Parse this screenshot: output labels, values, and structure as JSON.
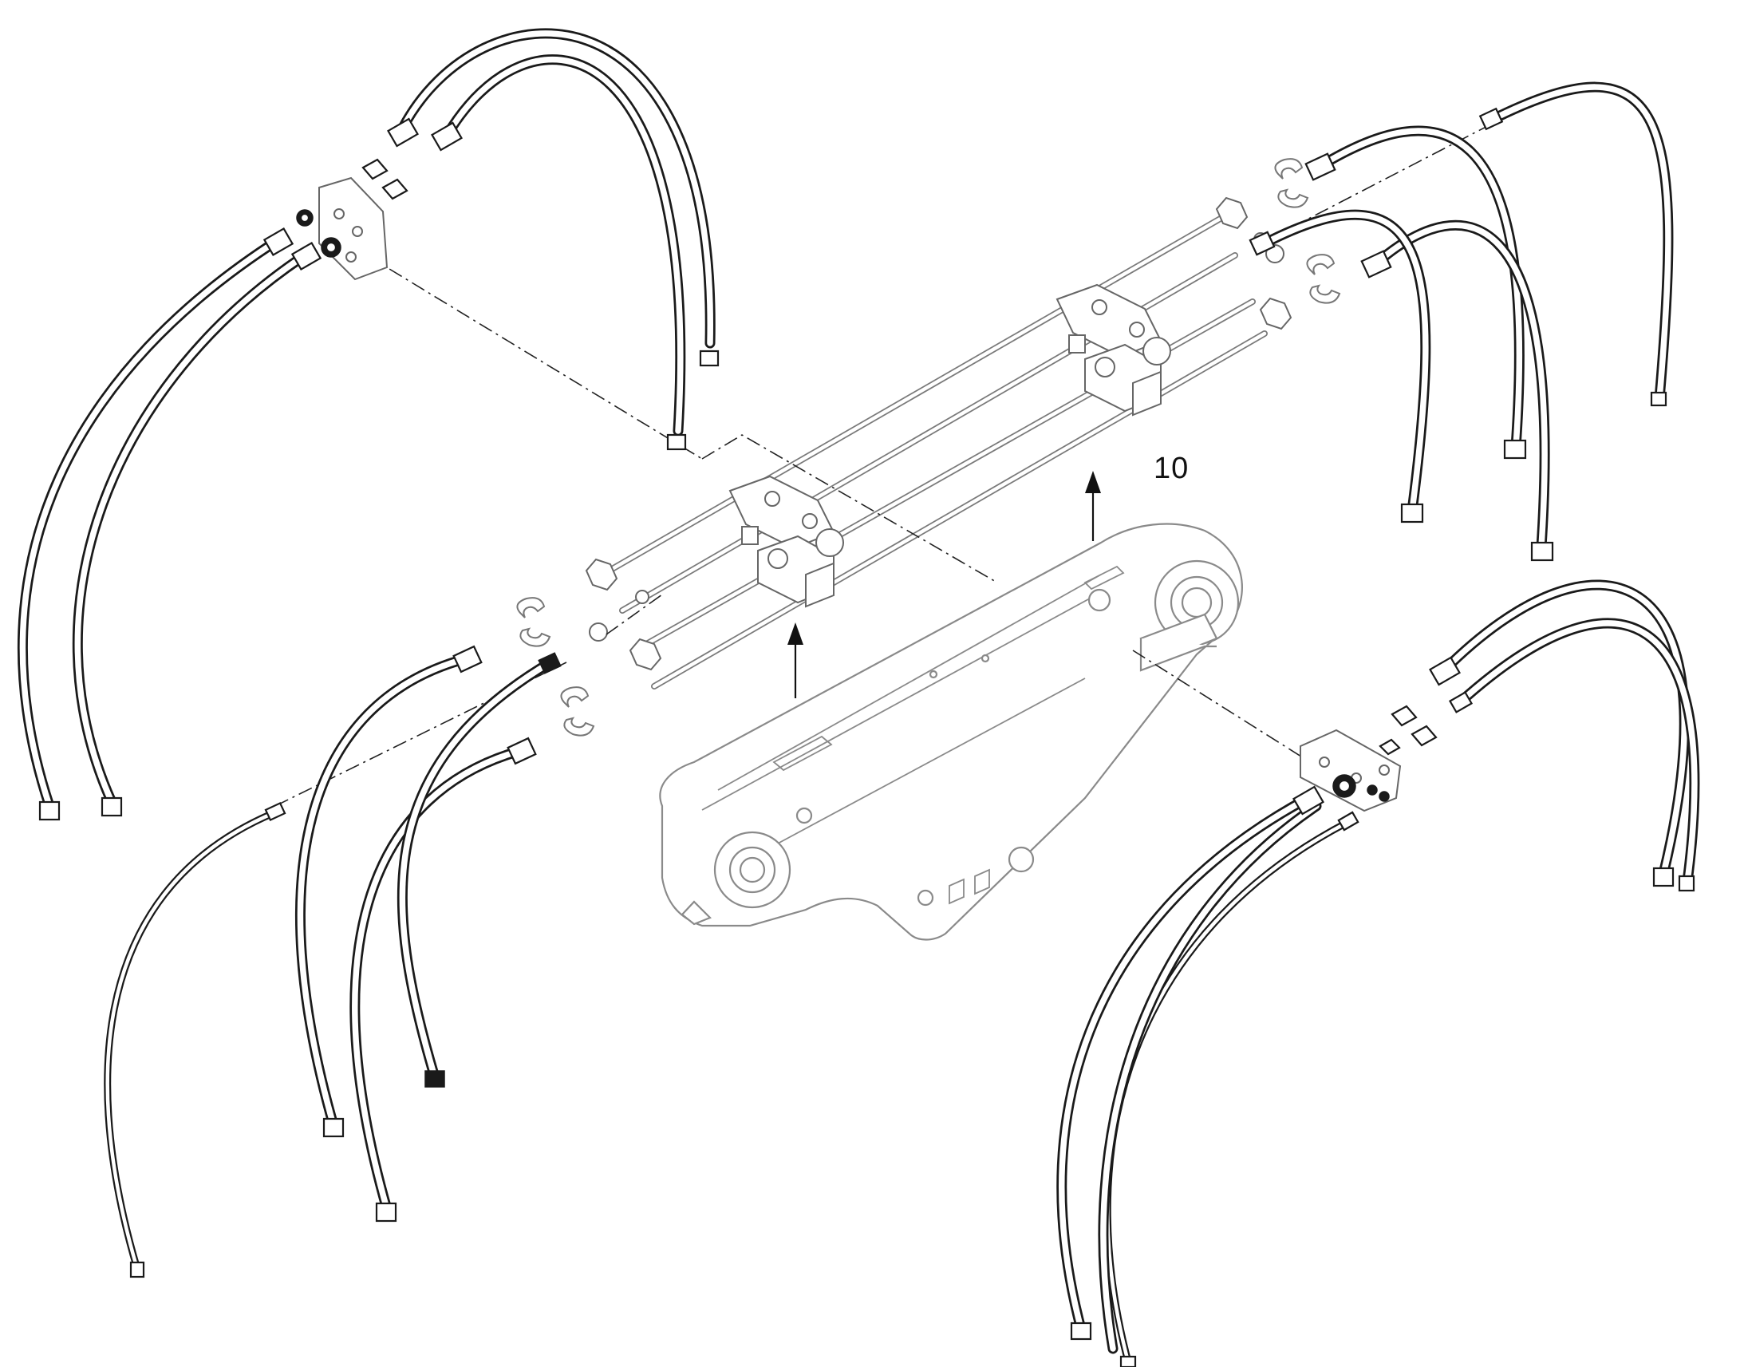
{
  "callouts": [
    {
      "id": "item-10",
      "text": "10"
    }
  ],
  "colors": {
    "line": "#1a1a1a",
    "boom": "#8a8a8a",
    "background": "#ffffff"
  },
  "icons": {
    "exploded_view_arrow": "arrow-up"
  }
}
